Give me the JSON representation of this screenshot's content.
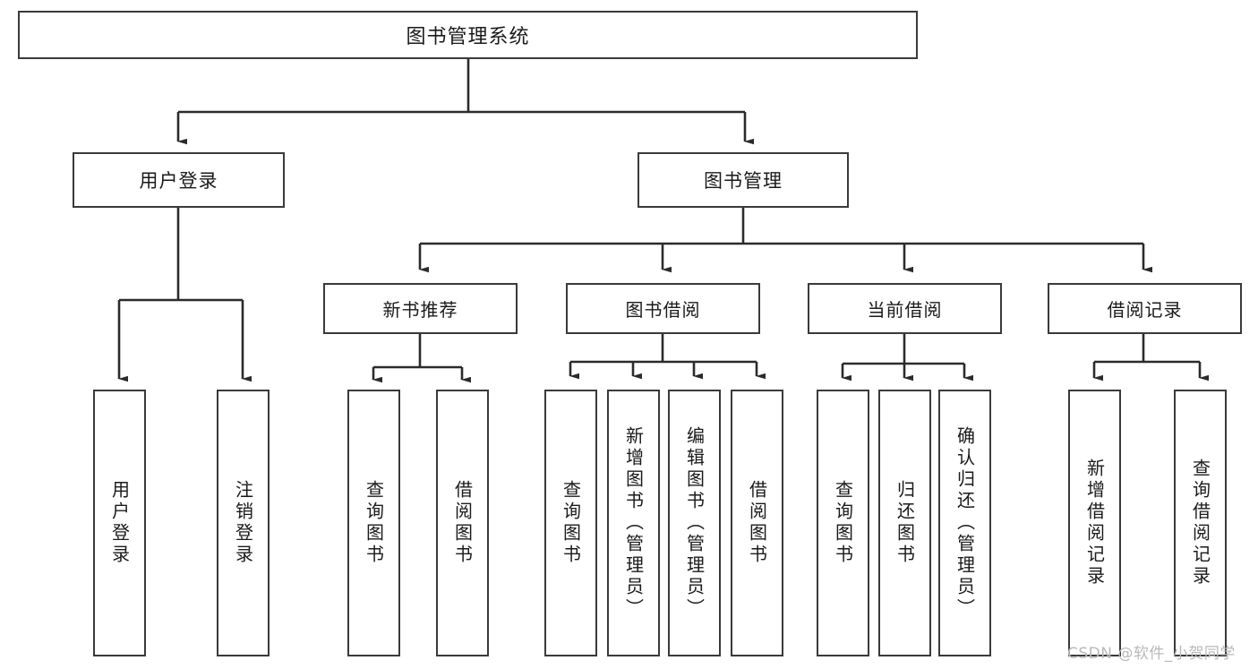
{
  "diagram": {
    "type": "tree-hierarchy",
    "title": "图书管理系统",
    "root": {
      "label": "图书管理系统"
    },
    "tier2": [
      {
        "label": "用户登录"
      },
      {
        "label": "图书管理"
      }
    ],
    "tier3": [
      {
        "label": "新书推荐"
      },
      {
        "label": "图书借阅"
      },
      {
        "label": "当前借阅"
      },
      {
        "label": "借阅记录"
      }
    ],
    "leaves": {
      "user_login": [
        {
          "label": "用户登录"
        },
        {
          "label": "注销登录"
        }
      ],
      "new_book_recommend": [
        {
          "label": "查询图书"
        },
        {
          "label": "借阅图书"
        }
      ],
      "book_borrow": [
        {
          "label": "查询图书"
        },
        {
          "label": "新增图书（管理员）"
        },
        {
          "label": "编辑图书（管理员）"
        },
        {
          "label": "借阅图书"
        }
      ],
      "current_borrow": [
        {
          "label": "查询图书"
        },
        {
          "label": "归还图书"
        },
        {
          "label": "确认归还（管理员）"
        }
      ],
      "borrow_records": [
        {
          "label": "新增借阅记录"
        },
        {
          "label": "查询借阅记录"
        }
      ]
    }
  },
  "watermark": {
    "text": "CSDN @软件_小贺同学"
  },
  "colors": {
    "box_border": "#3a3a3a",
    "box_fill": "#ffffff",
    "wire": "#2b2b2b",
    "text": "#1a1a1a",
    "watermark": "#b9b9b9"
  }
}
